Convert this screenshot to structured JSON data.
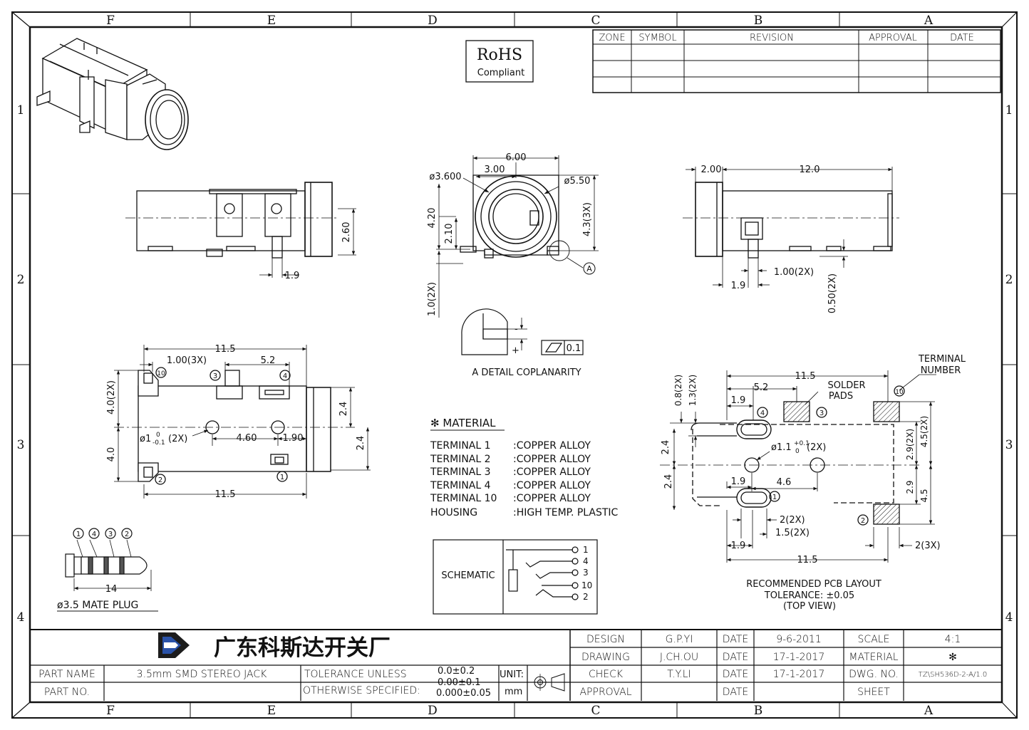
{
  "zones": {
    "columns": [
      "F",
      "E",
      "D",
      "C",
      "B",
      "A"
    ],
    "rows": [
      "1",
      "2",
      "3",
      "4"
    ]
  },
  "revision_table": {
    "headers": [
      "ZONE",
      "SYMBOL",
      "REVISION",
      "APPROVAL",
      "DATE"
    ]
  },
  "rohs": {
    "line1": "RoHS",
    "line2": "Compliant"
  },
  "dimensions": {
    "side_left": {
      "height": "2.60",
      "offset": "1.9"
    },
    "front": {
      "width": "6.00",
      "half": "3.00",
      "dia_inner": "ø3.600",
      "dia_outer": "ø5.50",
      "h1": "4.20",
      "h2": "2.10",
      "h3": "4.3(3X)",
      "h4": "1.0(2X)",
      "datum": "A"
    },
    "side_right": {
      "w1": "2.00",
      "w2": "12.0",
      "pin_w": "1.00(2X)",
      "pin_off": "1.9",
      "pin_h": "0.50(2X)"
    },
    "top": {
      "length_top": "11.5",
      "pitch": "1.00(3X)",
      "span": "5.2",
      "h_left_top": "4.0(2X)",
      "h_left_bot": "4.0",
      "r_top": "2.4",
      "r_bot": "2.4",
      "hole": "ø1",
      "hole_tol_top": "0",
      "hole_tol_bot": "-0.1",
      "hole_count": "(2X)",
      "hole_pitch": "4.60",
      "hole_off": "1.90",
      "length_bot": "11.5",
      "t10": "10",
      "t3": "3",
      "t4": "4",
      "t2": "2",
      "t1": "1"
    },
    "pcb": {
      "length_top": "11.5",
      "span": "5.2",
      "off": "1.9",
      "v1": "0.8(2X)",
      "v2": "1.3(2X)",
      "left_top": "2.4",
      "left_bot": "2.4",
      "hole": "ø1.1",
      "hole_tol_top": "+0.1",
      "hole_tol_bot": "0",
      "hole_count": "(2X)",
      "hole_pitch": "4.6",
      "r1": "2.9(2X)",
      "r2": "4.5(2X)",
      "r3": "2.9",
      "r4": "4.5",
      "pad_w": "2(2X)",
      "pad_h": "1.5(2X)",
      "bot_off": "1.9",
      "length_bot": "11.5",
      "pad_3x": "2(3X)",
      "t4": "4",
      "t3": "3",
      "t10": "10",
      "t1": "1",
      "t2": "2"
    }
  },
  "detail": {
    "caption": "A  DETAIL  COPLANARITY",
    "tolerance": "0.1",
    "minus": "-",
    "plus": "+"
  },
  "labels": {
    "terminal_number": [
      "TERMINAL",
      "NUMBER"
    ],
    "solder_pads": [
      "SOLDER",
      "PADS"
    ],
    "pcb_caption": [
      "RECOMMENDED  PCB  LAYOUT",
      "TOLERANCE: ±0.05",
      "(TOP  VIEW)"
    ],
    "schematic": "SCHEMATIC",
    "schematic_pins": [
      "1",
      "4",
      "3",
      "10",
      "2"
    ],
    "plug_caption": "ø3.5  MATE  PLUG",
    "plug_length": "14",
    "plug_pins": [
      "1",
      "4",
      "3",
      "2"
    ]
  },
  "material": {
    "title": "✻ MATERIAL",
    "rows": [
      {
        "name": "TERMINAL  1",
        "value": ":COPPER  ALLOY"
      },
      {
        "name": "TERMINAL  2",
        "value": ":COPPER  ALLOY"
      },
      {
        "name": "TERMINAL  3",
        "value": ":COPPER  ALLOY"
      },
      {
        "name": "TERMINAL  4",
        "value": ":COPPER  ALLOY"
      },
      {
        "name": "TERMINAL  10",
        "value": ":COPPER  ALLOY"
      },
      {
        "name": "HOUSING",
        "value": ":HIGH  TEMP.  PLASTIC"
      }
    ]
  },
  "title_block": {
    "company": "广东科斯达开关厂",
    "part_name_label": "PART NAME",
    "part_name": "3.5mm  SMD  STEREO  JACK",
    "part_no_label": "PART NO.",
    "tolerance_label1": "TOLERANCE  UNLESS",
    "tolerance_label2": "OTHERWISE  SPECIFIED:",
    "tolerance_values": [
      "0.0±0.2",
      "0.00±0.1",
      "0.000±0.05"
    ],
    "unit_label": "UNIT:",
    "unit_value": "mm",
    "rows": [
      {
        "role": "DESIGN",
        "person": "G.P.YI",
        "date_label": "DATE",
        "date": "9-6-2011",
        "key": "SCALE",
        "value": "4:1"
      },
      {
        "role": "DRAWING",
        "person": "J.CH.OU",
        "date_label": "DATE",
        "date": "17-1-2017",
        "key": "MATERIAL",
        "value": "✻"
      },
      {
        "role": "CHECK",
        "person": "T.Y.LI",
        "date_label": "DATE",
        "date": "17-1-2017",
        "key": "DWG. NO.",
        "value": "TZ\\SH536D-2-A/1.0"
      },
      {
        "role": "APPROVAL",
        "person": "",
        "date_label": "DATE",
        "date": "",
        "key": "SHEET",
        "value": ""
      }
    ]
  }
}
